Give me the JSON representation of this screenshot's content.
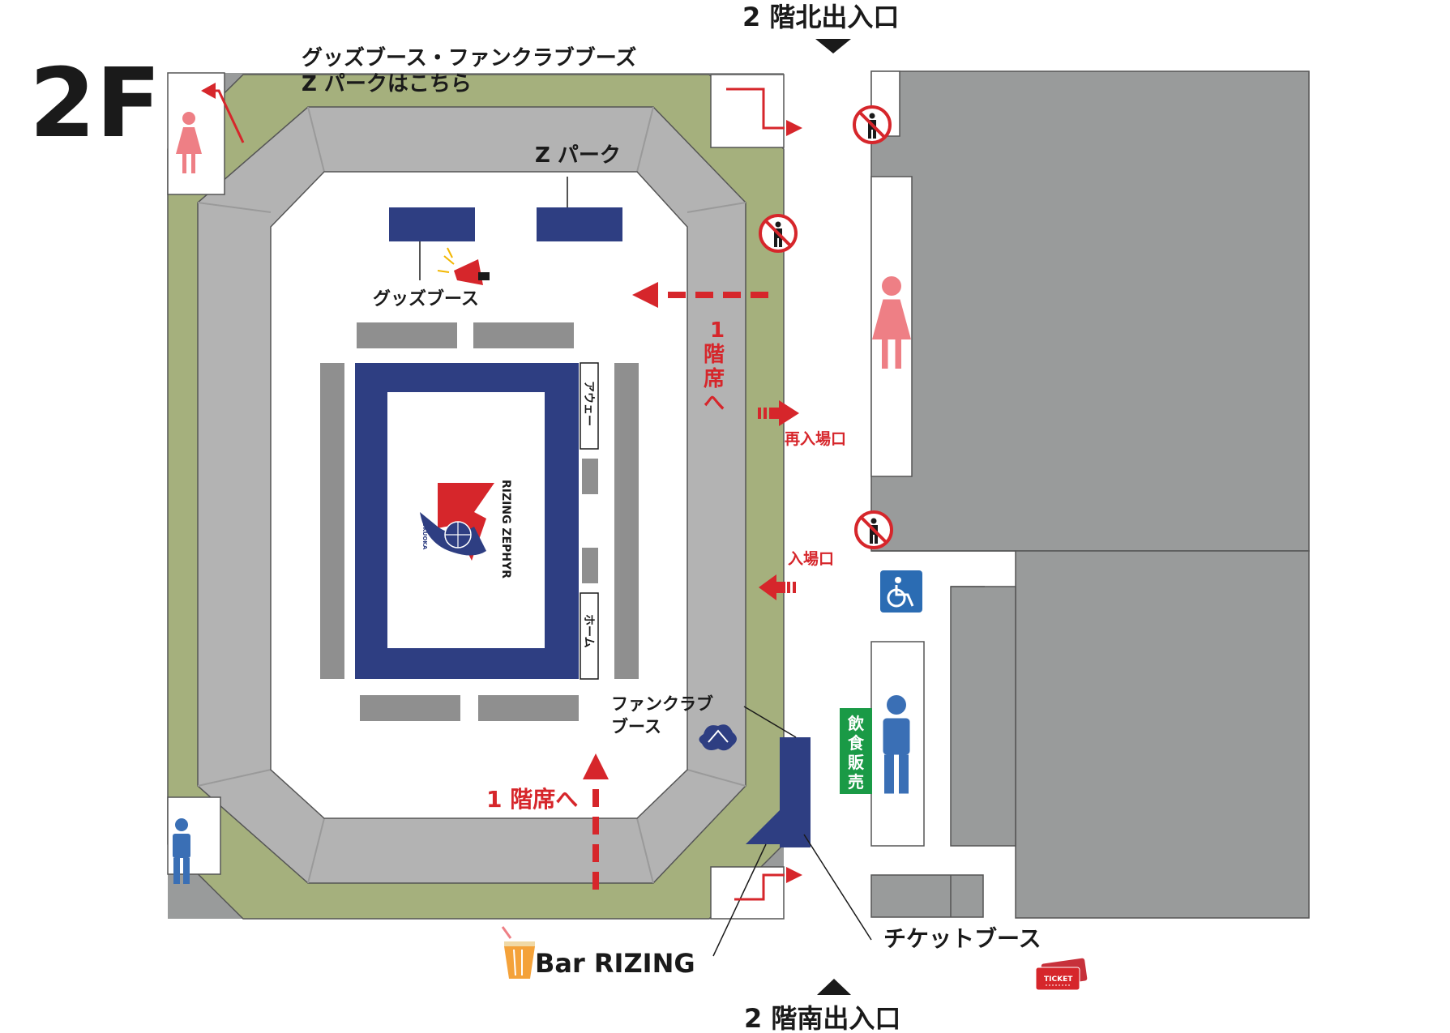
{
  "floor_label": "2F",
  "north_exit": "2 階北出入口",
  "south_exit": "2 階南出入口",
  "top_note_line1": "グッズブース・ファンクラブブーズ",
  "top_note_line2": "Z パークはこちら",
  "z_park": "Z パーク",
  "goods_booth": "グッズブース",
  "to_first_floor_vertical": [
    "1",
    "階",
    "席",
    "へ"
  ],
  "to_first_floor": "1 階席へ",
  "reentry": "再入場口",
  "entrance": "入場口",
  "away": "アウェー",
  "home": "ホーム",
  "team_name": "RIZING ZEPHYR",
  "team_city": "FUKUOKA",
  "fanclub_line1": "ファンクラブ",
  "fanclub_line2": "ブース",
  "food_sales": [
    "飲",
    "食",
    "販",
    "売"
  ],
  "bar": "Bar RIZING",
  "ticket_booth": "チケットブース",
  "ticket_icon_text": "TICKET",
  "icons": [
    "no-entry-icon",
    "womens-restroom-icon",
    "mens-restroom-icon",
    "wheelchair-icon",
    "megaphone-icon",
    "drink-icon",
    "ticket-icon"
  ],
  "colors": {
    "concourse_green": "#a5b07d",
    "seating_gray": "#b3b3b3",
    "floor_white": "#ffffff",
    "court_navy": "#2e3e82",
    "booth_navy": "#2e3e82",
    "block_gray": "#8f8f8f",
    "building_gray": "#999b9b",
    "arrow_red": "#d6262b",
    "food_green": "#1a9a46",
    "female_pink": "#ee7f85",
    "male_blue": "#3a6fb5",
    "accessible_blue": "#2b6cb3"
  }
}
